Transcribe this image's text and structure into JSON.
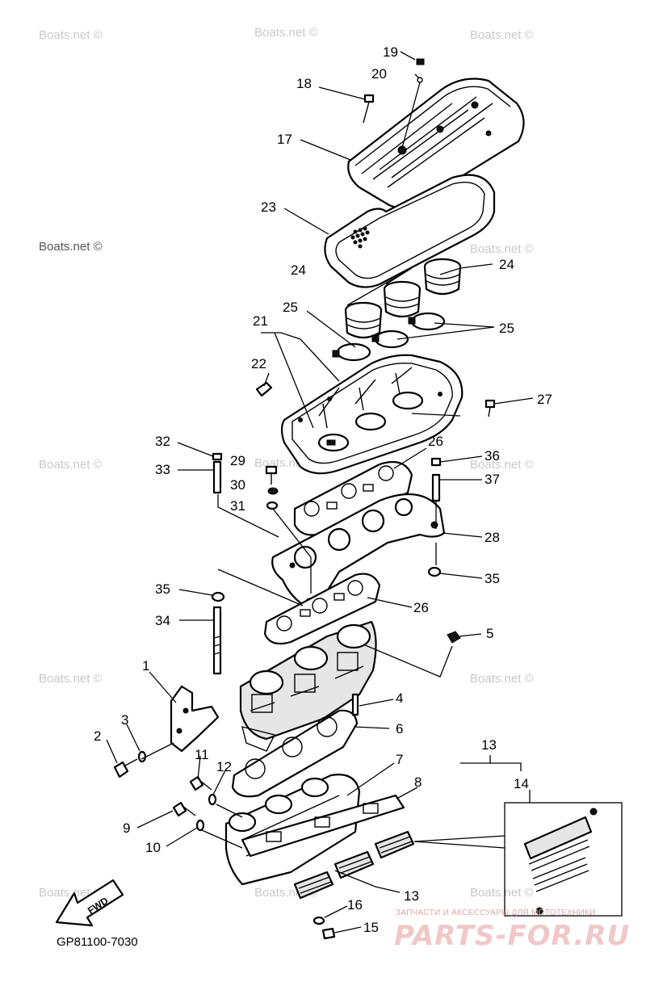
{
  "diagram_code": "GP81100-7030",
  "fwd_label": "FWD",
  "watermark": "Boats.net ©",
  "brand": {
    "tagline": "ЗАПЧАСТИ И АКСЕССУАРЫ ДЛЯ МОТОТЕХНИКИ",
    "name": "PARTS-FOR.RU"
  },
  "callouts": {
    "c1": "1",
    "c2": "2",
    "c3": "3",
    "c4": "4",
    "c5": "5",
    "c6": "6",
    "c7": "7",
    "c8": "8",
    "c9": "9",
    "c10": "10",
    "c11": "11",
    "c12": "12",
    "c13a": "13",
    "c13b": "13",
    "c14": "14",
    "c15": "15",
    "c16": "16",
    "c17": "17",
    "c18": "18",
    "c19": "19",
    "c20": "20",
    "c21": "21",
    "c22": "22",
    "c23": "23",
    "c24a": "24",
    "c24b": "24",
    "c25a": "25",
    "c25b": "25",
    "c26a": "26",
    "c26b": "26",
    "c27": "27",
    "c28": "28",
    "c29": "29",
    "c30": "30",
    "c31": "31",
    "c32": "32",
    "c33": "33",
    "c34": "34",
    "c35a": "35",
    "c35b": "35",
    "c36": "36",
    "c37": "37"
  }
}
